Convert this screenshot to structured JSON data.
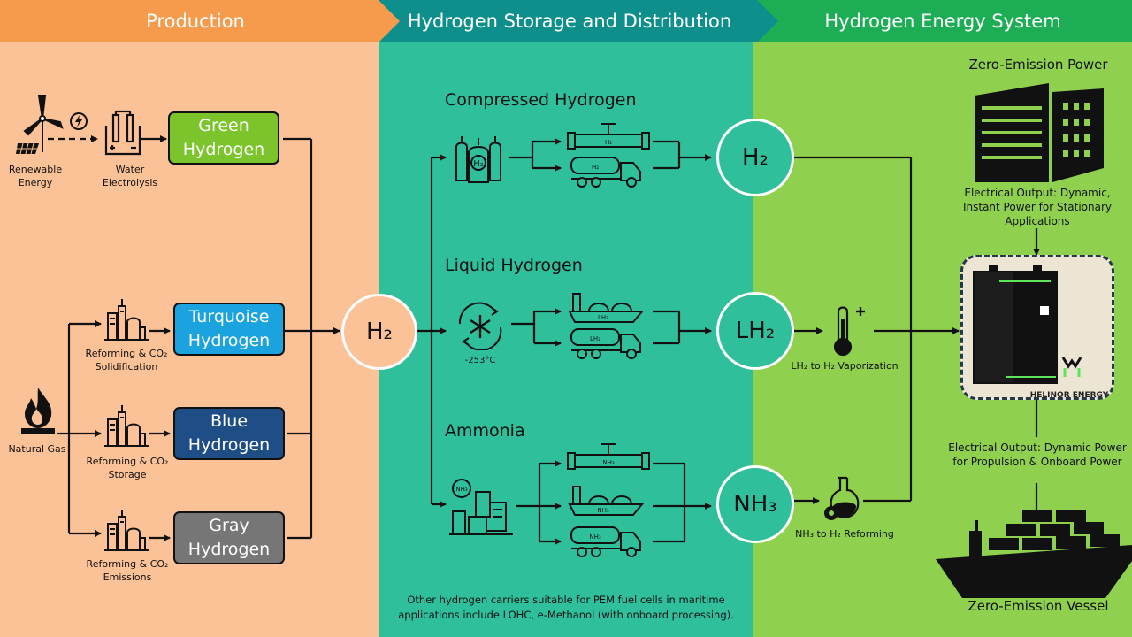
{
  "headers": {
    "production": "Production",
    "storage": "Hydrogen Storage and Distribution",
    "system": "Hydrogen Energy System"
  },
  "production": {
    "renewable_energy": "Renewable Energy",
    "water_electrolysis": "Water Electrolysis",
    "natural_gas": "Natural Gas",
    "reforming_solidification": "Reforming & CO₂ Solidification",
    "reforming_storage": "Reforming & CO₂ Storage",
    "reforming_emissions": "Reforming & CO₂ Emissions",
    "green": "Green Hydrogen",
    "turquoise": "Turquoise Hydrogen",
    "blue": "Blue Hydrogen",
    "gray": "Gray Hydrogen",
    "colors": {
      "green": "#7bc42b",
      "turquoise": "#1aa3de",
      "blue": "#1f4e86",
      "gray": "#767676"
    }
  },
  "hub": {
    "label": "H₂"
  },
  "storage": {
    "compressed_title": "Compressed Hydrogen",
    "liquid_title": "Liquid Hydrogen",
    "ammonia_title": "Ammonia",
    "liquid_temp": "-253°C",
    "h2_circle": "H₂",
    "lh2_circle": "LH₂",
    "nh3_circle": "NH₃",
    "pipe_h2": "H₂",
    "truck_h2": "H₂",
    "ship_lh2": "LH₂",
    "truck_lh2": "LH₂",
    "pipe_nh3": "NH₃",
    "ship_nh3": "NH₃",
    "truck_nh3": "NH₃",
    "note": "Other hydrogen carriers suitable for PEM fuel cells in maritime applications include LOHC, e-Methanol (with onboard processing)."
  },
  "system": {
    "power_title": "Zero-Emission Power",
    "output_stationary": "Electrical Output: Dynamic, Instant Power for Stationary Applications",
    "vaporization": "LH₂ to H₂ Vaporization",
    "reforming": "NH₃ to H₂ Reforming",
    "brand": "HELINOR ENERGY",
    "output_vessel": "Electrical Output: Dynamic Power for Propulsion & Onboard Power",
    "vessel_title": "Zero-Emission Vessel"
  }
}
